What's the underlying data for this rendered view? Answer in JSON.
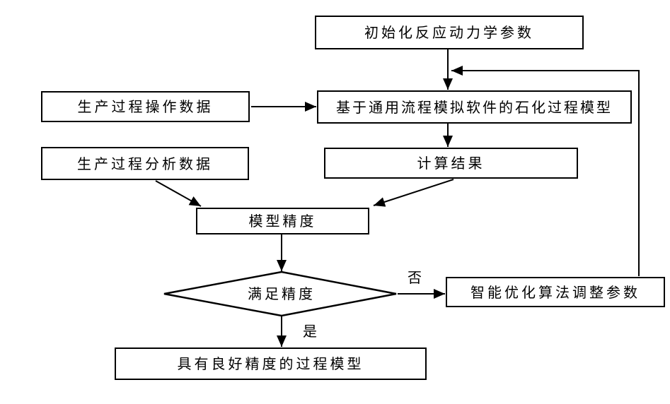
{
  "diagram": {
    "type": "flowchart",
    "background": "#ffffff",
    "stroke_color": "#000000",
    "node_fill": "#ffffff",
    "nodes": {
      "init_params": {
        "label": "初始化反应动力学参数",
        "shape": "rect"
      },
      "operation_data": {
        "label": "生产过程操作数据",
        "shape": "rect"
      },
      "process_model": {
        "label": "基于通用流程模拟软件的石化过程模型",
        "shape": "rect"
      },
      "analysis_data": {
        "label": "生产过程分析数据",
        "shape": "rect"
      },
      "calc_result": {
        "label": "计算结果",
        "shape": "rect"
      },
      "model_accuracy": {
        "label": "模型精度",
        "shape": "rect"
      },
      "accuracy_check": {
        "label": "满足精度",
        "shape": "diamond"
      },
      "adjust_params": {
        "label": "智能优化算法调整参数",
        "shape": "rect"
      },
      "final_model": {
        "label": "具有良好精度的过程模型",
        "shape": "rect"
      }
    },
    "edge_labels": {
      "no": "否",
      "yes": "是"
    },
    "edges": [
      {
        "from": "init_params",
        "to": "process_model"
      },
      {
        "from": "operation_data",
        "to": "process_model"
      },
      {
        "from": "process_model",
        "to": "calc_result"
      },
      {
        "from": "analysis_data",
        "to": "model_accuracy"
      },
      {
        "from": "calc_result",
        "to": "model_accuracy"
      },
      {
        "from": "model_accuracy",
        "to": "accuracy_check"
      },
      {
        "from": "accuracy_check",
        "to": "adjust_params",
        "label": "否"
      },
      {
        "from": "accuracy_check",
        "to": "final_model",
        "label": "是"
      },
      {
        "from": "adjust_params",
        "to": "process_model"
      }
    ]
  }
}
